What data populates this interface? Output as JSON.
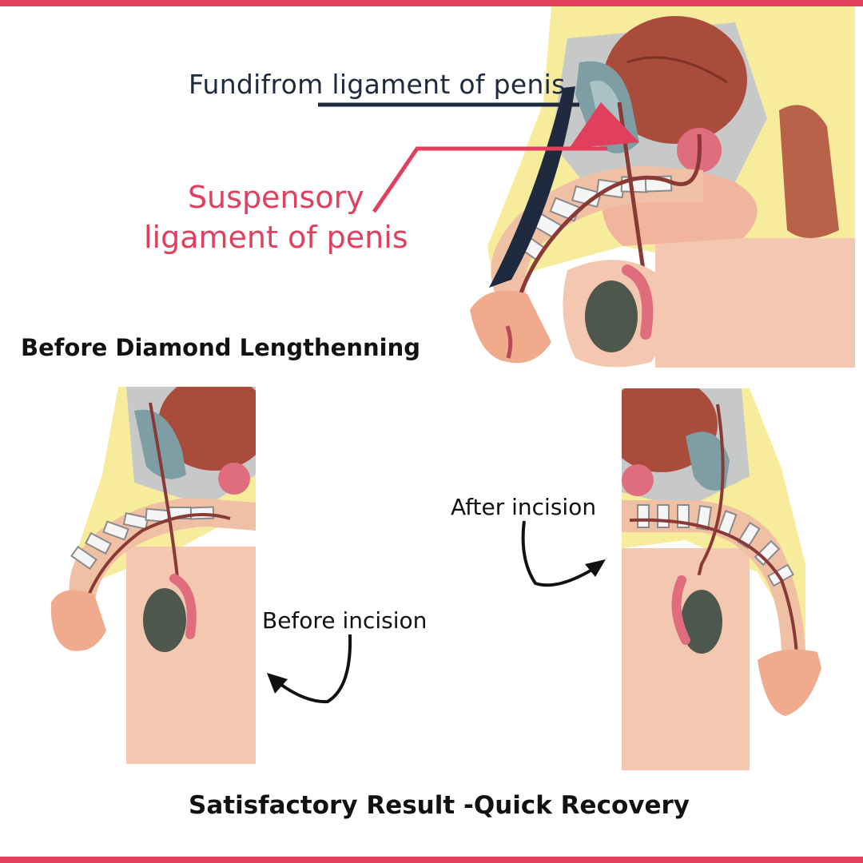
{
  "labels": {
    "fundiform": "Fundifrom ligament of penis",
    "suspensory_line1": "Suspensory",
    "suspensory_line2": "ligament of penis",
    "before_lengthening": "Before Diamond Lengthenning",
    "after_incision": "After incision",
    "before_incision": "Before incision",
    "result": "Satisfactory Result -Quick Recovery"
  },
  "colors": {
    "accent": "#e0405e",
    "dark_line": "#1f2a3e",
    "skin": "#f3c7b0",
    "skin_dark": "#e9a583",
    "fat_yellow": "#f7ec9c",
    "tissue_grey": "#c7c9c8",
    "bladder": "#a94c3c",
    "bone_blue": "#7e9ea3",
    "testis": "#4e574d",
    "epididymis": "#e06d7d"
  }
}
